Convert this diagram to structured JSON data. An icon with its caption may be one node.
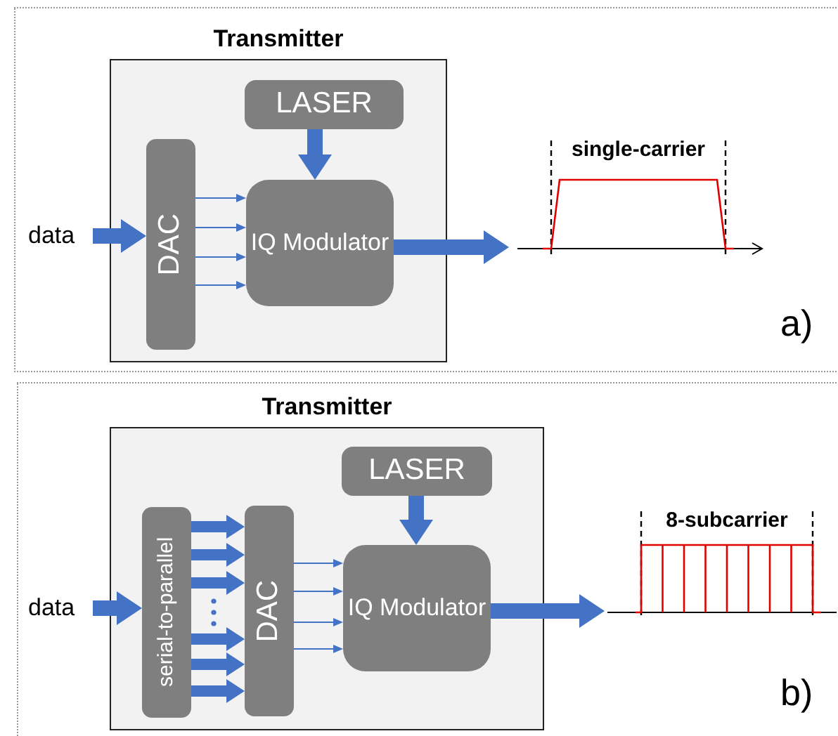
{
  "diagram": {
    "nodes": [
      {
        "text": [
          "Transmitter"
        ]
      },
      {
        "text": [
          "LASER"
        ],
        "in": 0
      },
      {
        "text": [
          "DAC"
        ],
        "in": 0
      },
      {
        "text": [
          "IQ Modulator"
        ],
        "in": 0
      },
      {
        "text": [
          "data"
        ]
      },
      {
        "text": [
          "single-carrier"
        ]
      },
      {
        "text": [
          "Transmitter"
        ]
      },
      {
        "text": [
          "LASER"
        ],
        "in": 6
      },
      {
        "text": [
          "serial-to-parallel"
        ],
        "in": 6
      },
      {
        "text": [
          "DAC"
        ],
        "in": 6
      },
      {
        "text": [
          "IQ Modulator"
        ],
        "in": 6
      },
      {
        "text": [
          "data"
        ]
      },
      {
        "text": [
          "8-subcarrier"
        ]
      }
    ],
    "edges": [
      {
        "from": 4,
        "to": 2,
        "arrow": "to"
      },
      {
        "from": 1,
        "to": 3,
        "arrow": "to"
      },
      {
        "from": 2,
        "to": 3,
        "arrow": "to"
      },
      {
        "from": 2,
        "to": 3,
        "arrow": "to"
      },
      {
        "from": 2,
        "to": 3,
        "arrow": "to"
      },
      {
        "from": 2,
        "to": 3,
        "arrow": "to"
      },
      {
        "from": 3,
        "to": 5,
        "arrow": "to"
      },
      {
        "from": 11,
        "to": 8,
        "arrow": "to"
      },
      {
        "from": 7,
        "to": 10,
        "arrow": "to"
      },
      {
        "from": 8,
        "to": 9,
        "arrow": "to"
      },
      {
        "from": 8,
        "to": 9,
        "arrow": "to"
      },
      {
        "from": 8,
        "to": 9,
        "arrow": "to"
      },
      {
        "from": 8,
        "to": 9,
        "arrow": "to"
      },
      {
        "from": 8,
        "to": 9,
        "arrow": "to"
      },
      {
        "from": 8,
        "to": 9,
        "arrow": "to"
      },
      {
        "from": 9,
        "to": 10,
        "arrow": "to"
      },
      {
        "from": 9,
        "to": 10,
        "arrow": "to"
      },
      {
        "from": 9,
        "to": 10,
        "arrow": "to"
      },
      {
        "from": 9,
        "to": 10,
        "arrow": "to"
      },
      {
        "from": 10,
        "to": 12,
        "arrow": "to"
      }
    ],
    "labels": [
      "a)",
      "b)"
    ]
  }
}
